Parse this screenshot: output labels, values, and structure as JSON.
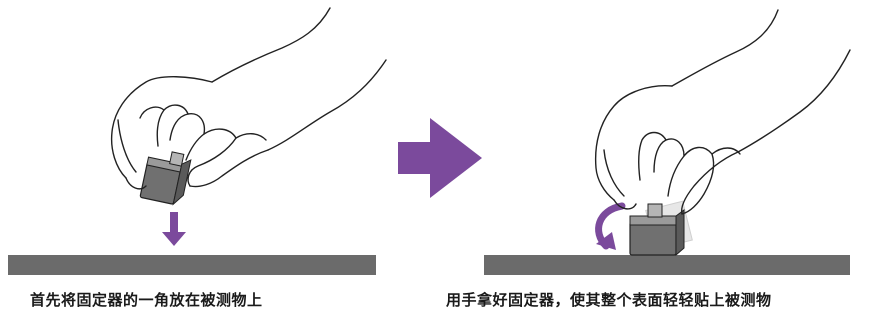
{
  "steps": [
    {
      "caption": "首先将固定器的一角放在被测物上",
      "icons": [
        "hand-holding-fixture",
        "fixture-block",
        "down-arrow"
      ]
    },
    {
      "caption": "用手拿好固定器，使其整个表面轻轻贴上被测物",
      "icons": [
        "hand-pressing-fixture",
        "fixture-block",
        "rotate-arrow"
      ]
    }
  ],
  "colors": {
    "accent": "#7b4a9c",
    "surface": "#6b6b6b",
    "fixture": "#707070",
    "outline": "#222222"
  },
  "icons": {
    "transition": "right-arrow-icon"
  }
}
